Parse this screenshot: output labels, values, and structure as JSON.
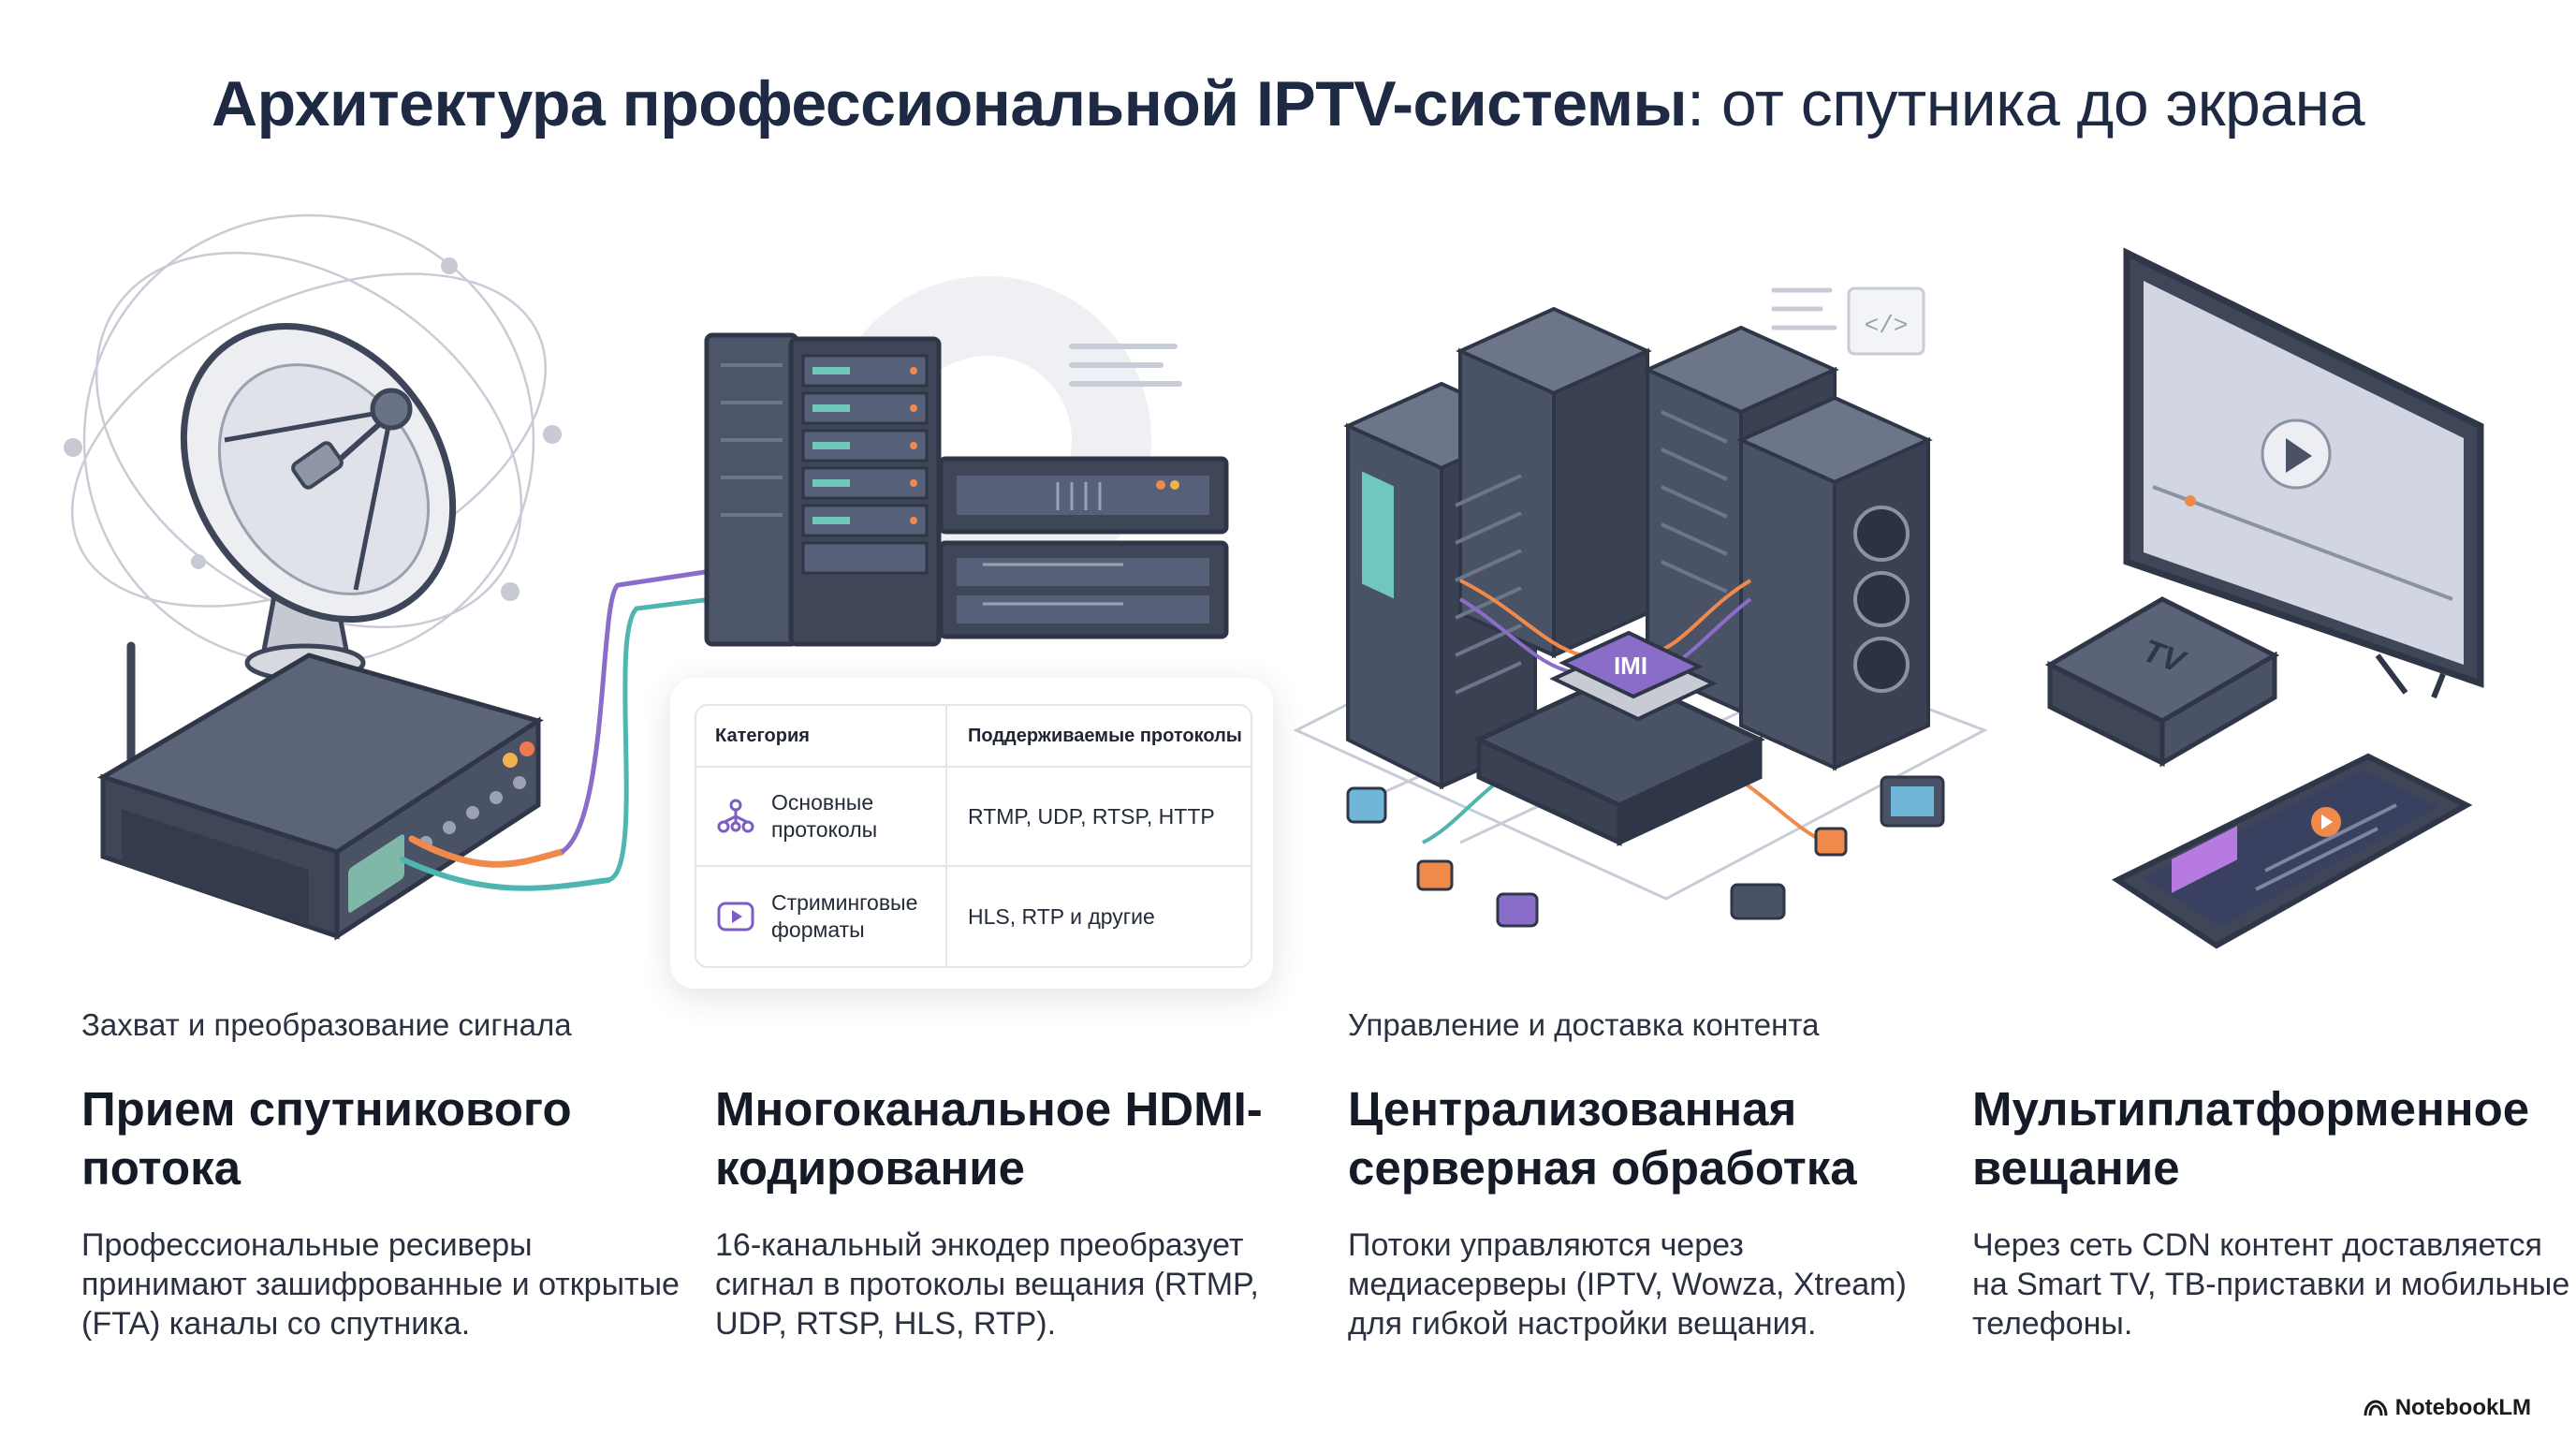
{
  "title": {
    "bold": "Архитектура профессиональной IPTV-системы",
    "rest": ": от спутника до экрана"
  },
  "table": {
    "header": [
      "Категория",
      "Поддерживаемые протоколы"
    ],
    "rows": [
      {
        "category": "Основные протоколы",
        "icon": "network-nodes-icon",
        "protocols": "RTMP, UDP, RTSP, HTTP"
      },
      {
        "category": "Стриминговые форматы",
        "icon": "play-button-icon",
        "protocols": "HLS, RTP и другие"
      }
    ]
  },
  "illustrations": {
    "chip_label": "ΙΜΙ",
    "box_label": "TV",
    "code_symbol": "</>"
  },
  "columns": [
    {
      "eyebrow": "Захват и преобразование сигнала",
      "heading": "Прием спутникового потока",
      "body": "Профессиональные ресиверы принимают зашифрованные и открытые (FTA) каналы со спутника."
    },
    {
      "eyebrow": "",
      "heading": "Многоканальное HDMI-кодирование",
      "body": "16-канальный энкодер преобразует сигнал в протоколы вещания (RTMP, UDP, RTSP, HLS, RTP)."
    },
    {
      "eyebrow": "Управление и доставка контента",
      "heading": "Централизованная серверная обработка",
      "body": "Потоки управляются через медиасерверы (IPTV, Wowza, Xtream) для гибкой настройки вещания."
    },
    {
      "eyebrow": "",
      "heading": "Мультиплатформенное вещание",
      "body": "Через сеть CDN контент доставляется на Smart TV, ТВ-приставки и мобильные телефоны."
    }
  ],
  "brand": "NotebookLM",
  "colors": {
    "navy": "#1e2a44",
    "device_dark": "#3d4558",
    "device_mid": "#5a6378",
    "accent_purple": "#7b5ec4",
    "accent_orange": "#f08a4b",
    "accent_teal": "#4fb5b0"
  }
}
